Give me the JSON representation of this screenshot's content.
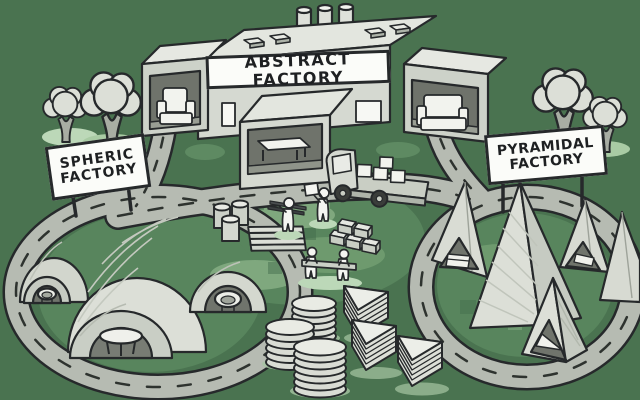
{
  "scene": {
    "description": "Cartoon illustration of the Abstract Factory pattern: one abstract factory building producing furniture for a spheric village and a pyramidal village",
    "background_color": "#4A7350"
  },
  "signs": {
    "abstract": "ABSTRACT FACTORY",
    "spheric_line1": "SPHERIC",
    "spheric_line2": "FACTORY",
    "pyramidal_line1": "PYRAMIDAL",
    "pyramidal_line2": "FACTORY"
  },
  "colors": {
    "background": "#4A7350",
    "grass_mid": "#5E8A62",
    "grass_light": "#BCD8B8",
    "road": "#B6BBB2",
    "outline": "#26292B",
    "building_light": "#E3E6DF",
    "building": "#D5D9D1",
    "building_shade": "#C9CEC4",
    "interior_dark": "#6F736B",
    "object_white": "#F2F3EE"
  },
  "objects": [
    {
      "name": "abstract-factory-building",
      "visible_products": [
        "armchair",
        "sofa",
        "table"
      ],
      "chimneys": 3
    },
    {
      "name": "dome-village",
      "visible_products": [
        "round-chair",
        "round-table",
        "round-armchair"
      ],
      "domes": 5
    },
    {
      "name": "pyramid-village",
      "visible_products": [
        "triangle-shelf",
        "triangle-table"
      ],
      "pyramids": 5
    },
    {
      "name": "delivery-truck",
      "cargo": "white boxes"
    },
    {
      "name": "workers",
      "count": 4
    },
    {
      "name": "materials",
      "items": [
        "barrels",
        "lumber-stack",
        "brick-stack",
        "beam"
      ]
    },
    {
      "name": "disc-stacks",
      "count": 3
    },
    {
      "name": "triangle-slab-stacks",
      "count": 3
    },
    {
      "name": "trees",
      "count": 4
    }
  ]
}
